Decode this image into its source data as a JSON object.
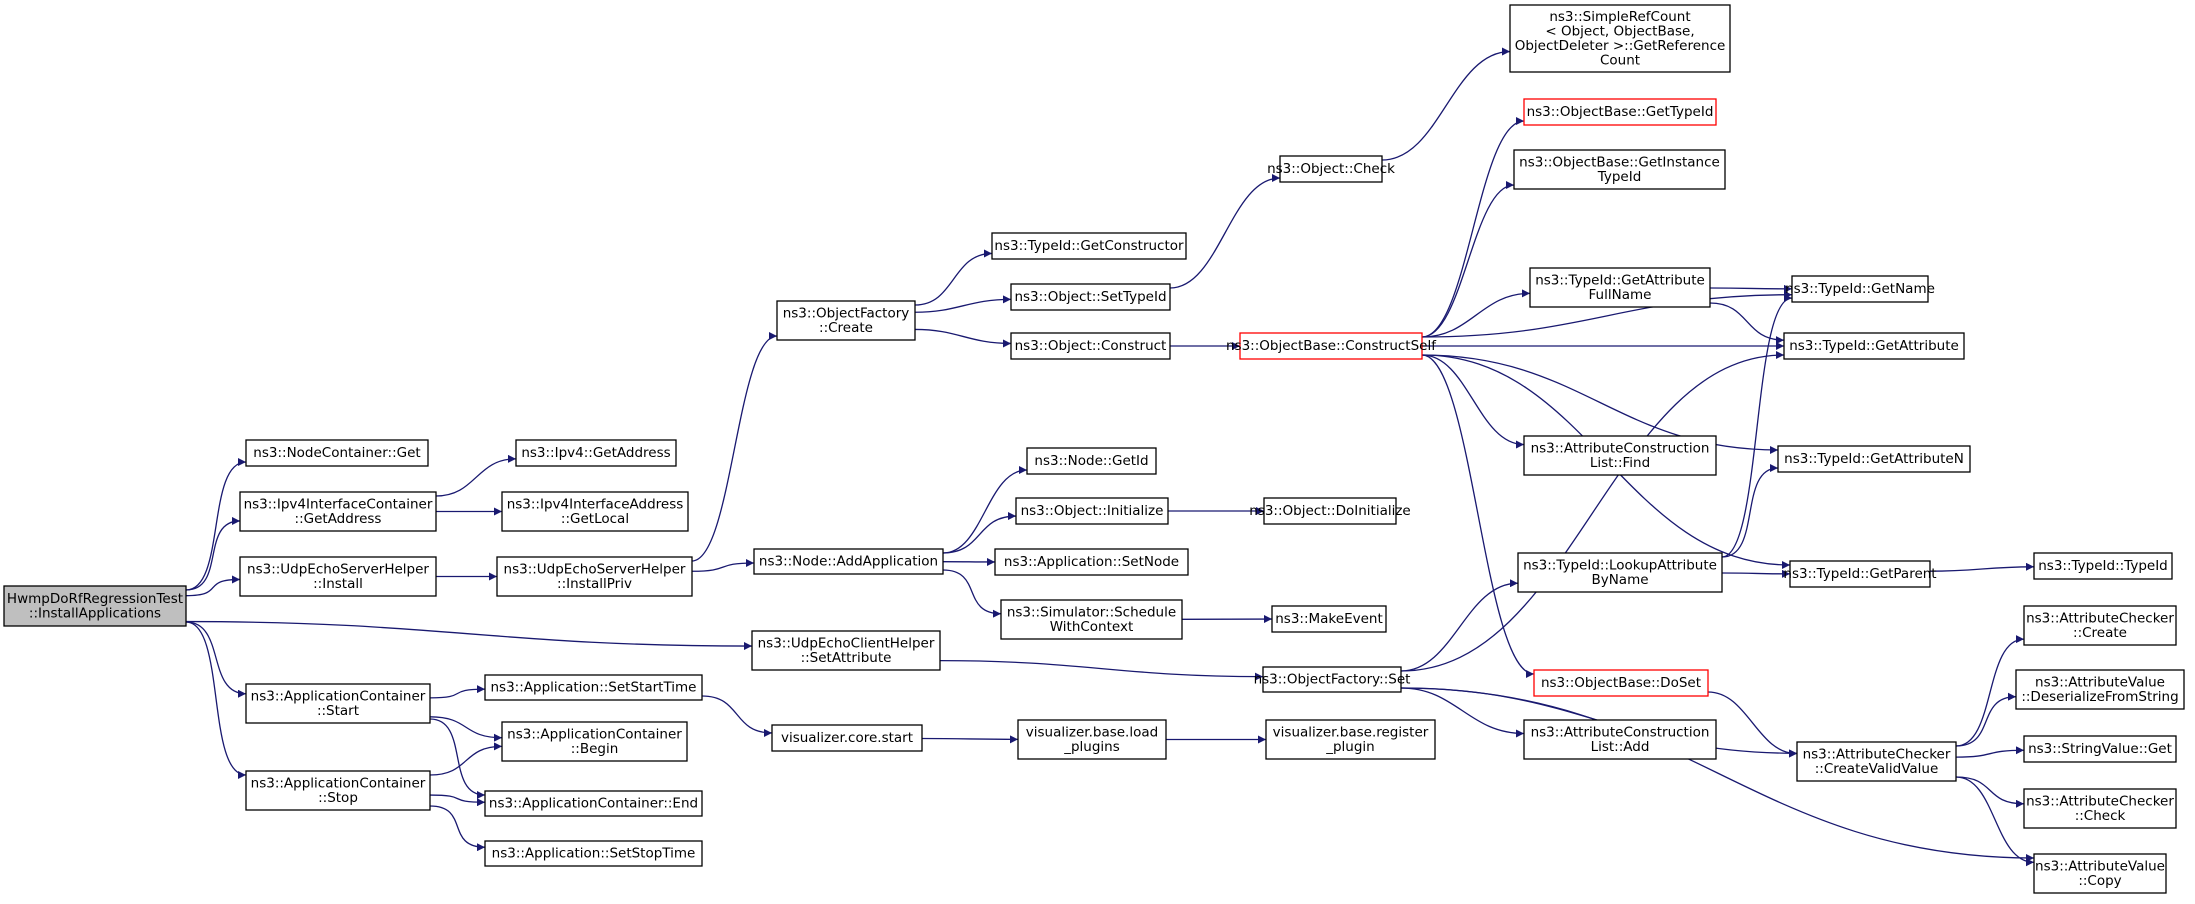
{
  "graph": {
    "nodes": [
      {
        "id": "root",
        "lines": [
          "HwmpDoRfRegressionTest",
          "::InstallApplications"
        ],
        "style": "root"
      },
      {
        "id": "nc_get",
        "lines": [
          "ns3::NodeContainer::Get"
        ]
      },
      {
        "id": "ipv4ic_getaddr",
        "lines": [
          "ns3::Ipv4InterfaceContainer",
          "::GetAddress"
        ]
      },
      {
        "id": "udpserver_install",
        "lines": [
          "ns3::UdpEchoServerHelper",
          "::Install"
        ]
      },
      {
        "id": "udpclient_setattr",
        "lines": [
          "ns3::UdpEchoClientHelper",
          "::SetAttribute"
        ]
      },
      {
        "id": "appcont_start",
        "lines": [
          "ns3::ApplicationContainer",
          "::Start"
        ]
      },
      {
        "id": "appcont_stop",
        "lines": [
          "ns3::ApplicationContainer",
          "::Stop"
        ]
      },
      {
        "id": "ipv4_getaddr",
        "lines": [
          "ns3::Ipv4::GetAddress"
        ]
      },
      {
        "id": "ipv4ifaddr_getlocal",
        "lines": [
          "ns3::Ipv4InterfaceAddress",
          "::GetLocal"
        ]
      },
      {
        "id": "udpserver_installpriv",
        "lines": [
          "ns3::UdpEchoServerHelper",
          "::InstallPriv"
        ]
      },
      {
        "id": "app_setstart",
        "lines": [
          "ns3::Application::SetStartTime"
        ]
      },
      {
        "id": "appcont_begin",
        "lines": [
          "ns3::ApplicationContainer",
          "::Begin"
        ]
      },
      {
        "id": "appcont_end",
        "lines": [
          "ns3::ApplicationContainer::End"
        ]
      },
      {
        "id": "app_setstop",
        "lines": [
          "ns3::Application::SetStopTime"
        ]
      },
      {
        "id": "objfactory_create",
        "lines": [
          "ns3::ObjectFactory",
          "::Create"
        ]
      },
      {
        "id": "node_addapp",
        "lines": [
          "ns3::Node::AddApplication"
        ]
      },
      {
        "id": "viz_core_start",
        "lines": [
          "visualizer.core.start"
        ]
      },
      {
        "id": "typeid_getctor",
        "lines": [
          "ns3::TypeId::GetConstructor"
        ]
      },
      {
        "id": "obj_settypeid",
        "lines": [
          "ns3::Object::SetTypeId"
        ]
      },
      {
        "id": "obj_construct",
        "lines": [
          "ns3::Object::Construct"
        ]
      },
      {
        "id": "node_getid",
        "lines": [
          "ns3::Node::GetId"
        ]
      },
      {
        "id": "obj_initialize",
        "lines": [
          "ns3::Object::Initialize"
        ]
      },
      {
        "id": "app_setnode",
        "lines": [
          "ns3::Application::SetNode"
        ]
      },
      {
        "id": "sim_schedule",
        "lines": [
          "ns3::Simulator::Schedule",
          "WithContext"
        ]
      },
      {
        "id": "viz_base_load",
        "lines": [
          "visualizer.base.load",
          "_plugins"
        ]
      },
      {
        "id": "obj_check",
        "lines": [
          "ns3::Object::Check"
        ]
      },
      {
        "id": "objbase_constructself",
        "lines": [
          "ns3::ObjectBase::ConstructSelf"
        ],
        "style": "red"
      },
      {
        "id": "obj_doinit",
        "lines": [
          "ns3::Object::DoInitialize"
        ]
      },
      {
        "id": "makeevent",
        "lines": [
          "ns3::MakeEvent"
        ]
      },
      {
        "id": "objfactory_set",
        "lines": [
          "ns3::ObjectFactory::Set"
        ]
      },
      {
        "id": "viz_base_register",
        "lines": [
          "visualizer.base.register",
          "_plugin"
        ]
      },
      {
        "id": "simplerefcount",
        "lines": [
          "ns3::SimpleRefCount",
          "< Object, ObjectBase,",
          "ObjectDeleter >::GetReference",
          "Count"
        ]
      },
      {
        "id": "objbase_gettypeid",
        "lines": [
          "ns3::ObjectBase::GetTypeId"
        ],
        "style": "red"
      },
      {
        "id": "objbase_getinst",
        "lines": [
          "ns3::ObjectBase::GetInstance",
          "TypeId"
        ]
      },
      {
        "id": "typeid_getattrfull",
        "lines": [
          "ns3::TypeId::GetAttribute",
          "FullName"
        ]
      },
      {
        "id": "attrconst_find",
        "lines": [
          "ns3::AttributeConstruction",
          "List::Find"
        ]
      },
      {
        "id": "typeid_lookup",
        "lines": [
          "ns3::TypeId::LookupAttribute",
          "ByName"
        ]
      },
      {
        "id": "objbase_doset",
        "lines": [
          "ns3::ObjectBase::DoSet"
        ],
        "style": "red"
      },
      {
        "id": "attrconst_add",
        "lines": [
          "ns3::AttributeConstruction",
          "List::Add"
        ]
      },
      {
        "id": "typeid_getname",
        "lines": [
          "ns3::TypeId::GetName"
        ]
      },
      {
        "id": "typeid_getattr",
        "lines": [
          "ns3::TypeId::GetAttribute"
        ]
      },
      {
        "id": "typeid_getattrn",
        "lines": [
          "ns3::TypeId::GetAttributeN"
        ]
      },
      {
        "id": "typeid_getparent",
        "lines": [
          "ns3::TypeId::GetParent"
        ]
      },
      {
        "id": "attrchecker_createvalid",
        "lines": [
          "ns3::AttributeChecker",
          "::CreateValidValue"
        ]
      },
      {
        "id": "typeid_typeid",
        "lines": [
          "ns3::TypeId::TypeId"
        ]
      },
      {
        "id": "attrchecker_create",
        "lines": [
          "ns3::AttributeChecker",
          "::Create"
        ]
      },
      {
        "id": "attrvalue_deser",
        "lines": [
          "ns3::AttributeValue",
          "::DeserializeFromString"
        ]
      },
      {
        "id": "stringvalue_get",
        "lines": [
          "ns3::StringValue::Get"
        ]
      },
      {
        "id": "attrchecker_check",
        "lines": [
          "ns3::AttributeChecker",
          "::Check"
        ]
      },
      {
        "id": "attrvalue_copy",
        "lines": [
          "ns3::AttributeValue",
          "::Copy"
        ]
      }
    ]
  }
}
